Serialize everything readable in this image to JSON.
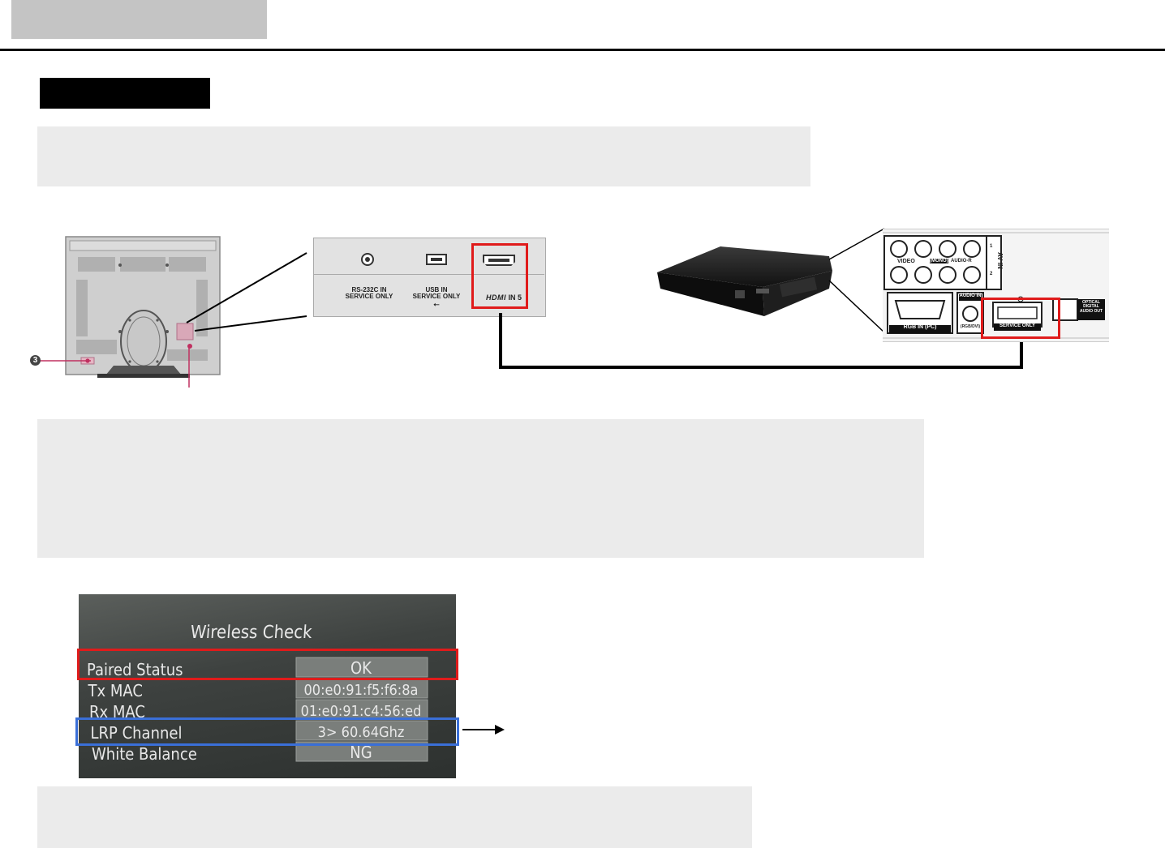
{
  "hdmi_panel": {
    "port1": "RS-232C IN",
    "port1_sub": "SERVICE ONLY",
    "port2": "USB IN",
    "port2_sub": "SERVICE ONLY",
    "port3_logo": "HDMI",
    "port3_suffix": "IN 5"
  },
  "callout_number": "3",
  "device_panel": {
    "av_in": "AV IN",
    "video": "VIDEO",
    "mono": "(MONO)",
    "audio_r": "AUDIO-R",
    "num1": "1",
    "num2": "2",
    "rgb_in": "RGB IN (PC)",
    "audio_in": "AUDIO IN",
    "rgb_dvi": "(RGB/DVI)",
    "service_only": "SERVICE ONLY",
    "optical": "OPTICAL",
    "digital": "DIGITAL",
    "audio_out": "AUDIO OUT"
  },
  "osd": {
    "title": "Wireless Check",
    "rows": [
      {
        "label": "Paired Status",
        "value": "OK"
      },
      {
        "label": "Tx MAC",
        "value": "00:e0:91:f5:f6:8a"
      },
      {
        "label": "Rx MAC",
        "value": "01:e0:91:c4:56:ed"
      },
      {
        "label": "LRP Channel",
        "value": "3> 60.64Ghz"
      },
      {
        "label": "White Balance",
        "value": "NG"
      }
    ]
  },
  "colors": {
    "highlight_red": "#e01b1b",
    "highlight_blue": "#3a6fd8",
    "panel_gray": "#ebebeb",
    "header_gray": "#c4c4c4"
  }
}
